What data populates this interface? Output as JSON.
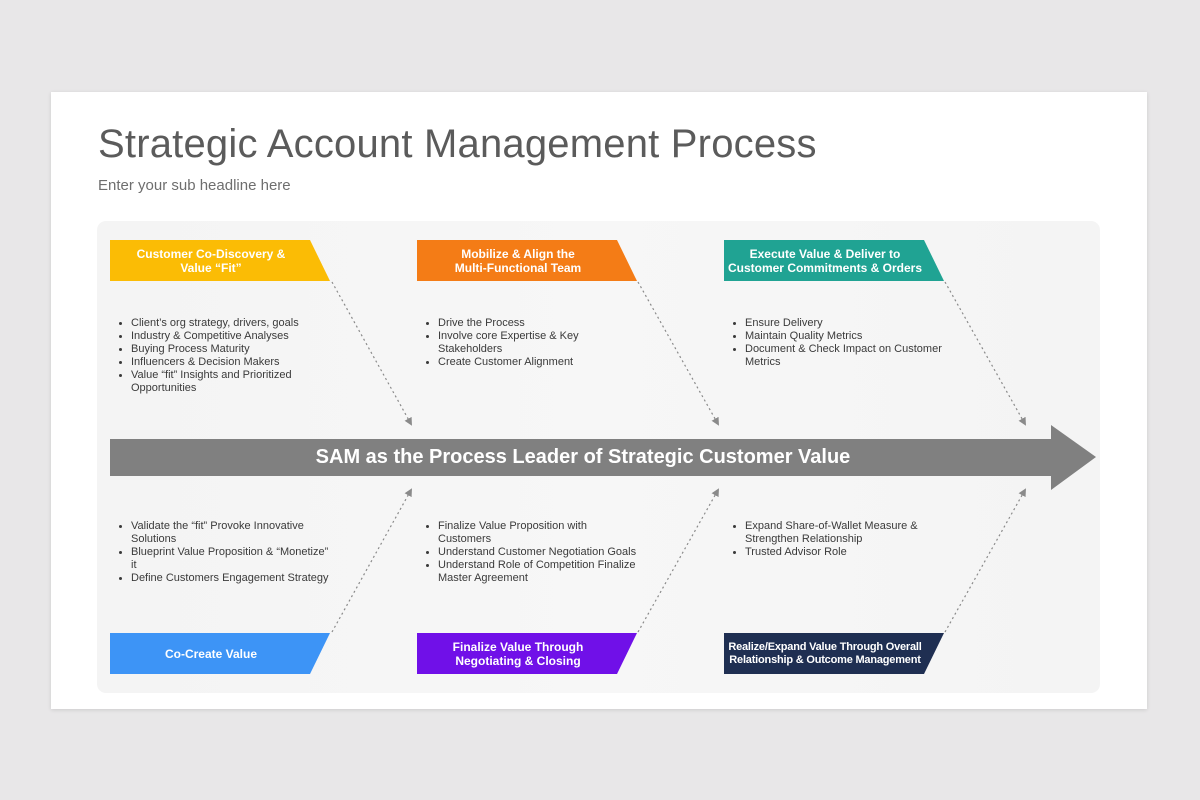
{
  "title": "Strategic Account Management Process",
  "subtitle": "Enter your sub headline here",
  "center_arrow": {
    "label": "SAM as the Process Leader of Strategic Customer Value",
    "color": "#808080"
  },
  "top_steps": [
    {
      "label": "Customer Co-Discovery &\nValue “Fit”",
      "color": "#fbbc05",
      "bullets": [
        "Client’s org strategy, drivers, goals",
        "Industry & Competitive Analyses",
        "Buying Process Maturity",
        "Influencers & Decision  Makers",
        "Value “fit” Insights and Prioritized Opportunities"
      ]
    },
    {
      "label": "Mobilize & Align the\nMulti-Functional Team",
      "color": "#f47c16",
      "bullets": [
        "Drive the Process",
        "Involve core Expertise & Key Stakeholders",
        "Create Customer Alignment"
      ]
    },
    {
      "label": "Execute Value & Deliver to\nCustomer Commitments & Orders",
      "color": "#20a393",
      "bullets": [
        "Ensure Delivery",
        "Maintain Quality Metrics",
        "Document & Check Impact on Customer Metrics"
      ]
    }
  ],
  "bottom_steps": [
    {
      "label": "Co-Create Value",
      "color": "#3d94f6",
      "bullets": [
        "Validate the “fit” Provoke Innovative Solutions",
        "Blueprint Value Proposition & “Monetize” it",
        "Define Customers Engagement Strategy"
      ]
    },
    {
      "label": "Finalize Value Through\nNegotiating & Closing",
      "color": "#7010e8",
      "bullets": [
        "Finalize Value Proposition with Customers",
        "Understand Customer Negotiation Goals",
        "Understand Role of Competition Finalize Master Agreement"
      ]
    },
    {
      "label": "Realize/Expand Value Through Overall\nRelationship & Outcome Management",
      "color": "#1f2f52",
      "bullets": [
        "Expand Share-of-Wallet Measure & Strengthen Relationship",
        "Trusted Advisor Role"
      ]
    }
  ],
  "icons": {
    "connector": "dotted-arrow-icon"
  }
}
